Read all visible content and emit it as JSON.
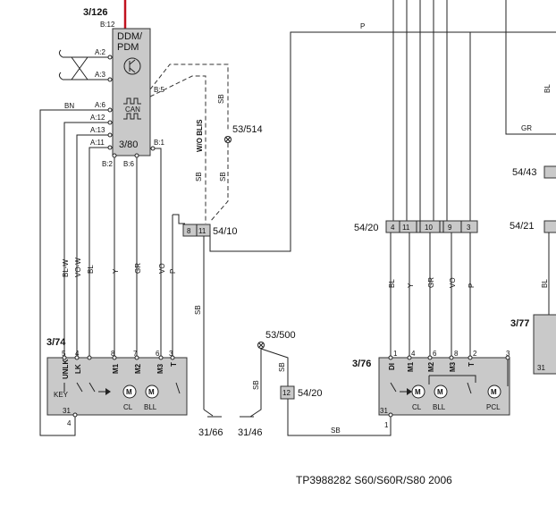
{
  "footer": "TP3988282 S60/S60R/S80 2006",
  "components": {
    "ddm": {
      "ref": "3/126",
      "name1": "DDM/",
      "name2": "PDM",
      "can": "CAN",
      "ref2": "3/80"
    },
    "m374": {
      "ref": "3/74",
      "key": "KEY",
      "cl": "CL",
      "bll": "BLL",
      "pins": [
        "5",
        "4",
        "8",
        "7",
        "6",
        "3"
      ],
      "labels": [
        "UNLK",
        "LK",
        "M1",
        "M2",
        "M3",
        "T"
      ],
      "pin31": "31",
      "pin4": "4"
    },
    "m376": {
      "ref": "3/76",
      "cl": "CL",
      "bll": "BLL",
      "pcl": "PCL",
      "pins": [
        "1",
        "4",
        "6",
        "8",
        "2",
        "3"
      ],
      "labels": [
        "DI",
        "M1",
        "M2",
        "M3",
        "T"
      ],
      "pin31": "31",
      "pin1": "1"
    },
    "m377": {
      "ref": "3/77",
      "pin31": "31"
    }
  },
  "pins": {
    "a2": "A:2",
    "a3": "A:3",
    "a6": "A:6",
    "a12": "A:12",
    "a13": "A:13",
    "a11": "A:11",
    "b12": "B:12",
    "b5": "B:5",
    "b2": "B:2",
    "b6": "B:6",
    "b1": "B:1"
  },
  "connectors": {
    "c5410": {
      "label": "54/10",
      "p1": "8",
      "p2": "11"
    },
    "c5420": {
      "label": "54/20",
      "pins": [
        "4",
        "11",
        "10",
        "9",
        "3"
      ]
    },
    "c5421": {
      "label": "54/21"
    },
    "c5443": {
      "label": "54/43"
    },
    "c5420b": {
      "label": "54/20",
      "pin": "12"
    }
  },
  "grounds": {
    "g3166": "31/66",
    "g3146": "31/46",
    "s53500": "53/500",
    "s53514": "53/514"
  },
  "wires": {
    "bn": "BN",
    "p_top": "P",
    "bl_w": "BL-W",
    "vo_w": "VO-W",
    "bl": "BL",
    "y": "Y",
    "gr": "GR",
    "vo": "VO",
    "p": "P",
    "sb": "SB",
    "wo_blis": "W/O BLIS"
  }
}
